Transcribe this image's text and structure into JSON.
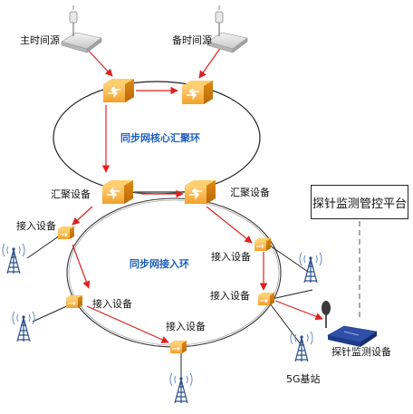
{
  "labels": {
    "primary_time_source": "主时间源",
    "backup_time_source": "备时间源",
    "core_ring": "同步网核心汇聚环",
    "aggregation_device": "汇聚设备",
    "access_ring": "同步网接入环",
    "access_device": "接入设备",
    "base_station_5g": "5G基站",
    "probe_device": "探针监测设备",
    "probe_platform": "探针监测管控平台"
  },
  "colors": {
    "sync_arrow": "#e02020",
    "ring_line": "#222222",
    "router_orange": "#f2a12a",
    "router_dark": "#c97a10",
    "core_label": "#1f5fbf",
    "probe_blue": "#1f3a8a"
  },
  "icons": {
    "time_source": "time-server-icon",
    "router": "router-icon",
    "antenna": "antenna-tower-icon",
    "probe": "probe-device-icon"
  }
}
